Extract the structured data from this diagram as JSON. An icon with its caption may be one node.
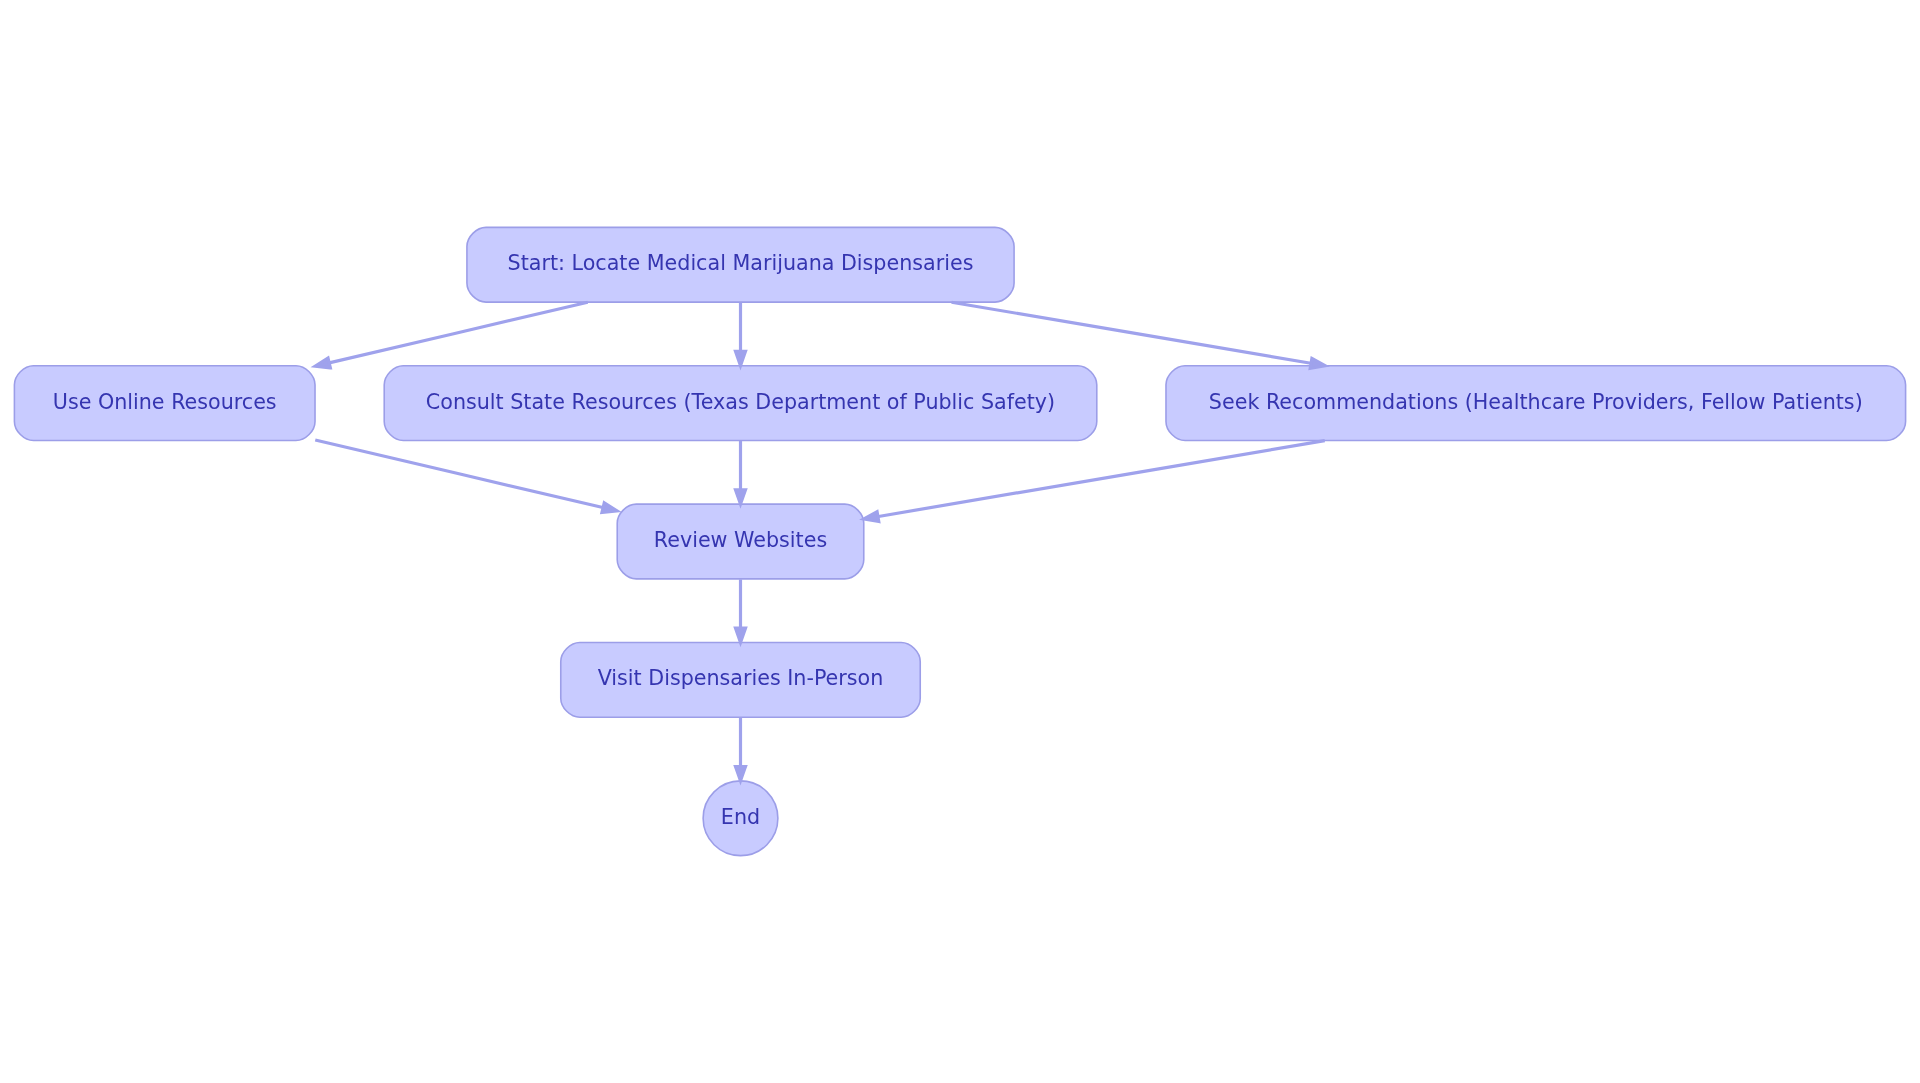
{
  "diagram": {
    "nodes": [
      {
        "text": [
          "Start: Locate Medical Marijuana Dispensaries"
        ]
      },
      {
        "text": [
          "Use Online Resources"
        ]
      },
      {
        "text": [
          "Consult State Resources (Texas Department of Public Safety)"
        ]
      },
      {
        "text": [
          "Seek Recommendations (Healthcare Providers, Fellow Patients)"
        ]
      },
      {
        "text": [
          "Review Websites"
        ]
      },
      {
        "text": [
          "Visit Dispensaries In-Person"
        ]
      },
      {
        "text": [
          "End"
        ]
      }
    ],
    "edges": [
      {
        "from": 0,
        "to": 1,
        "arrow": "to"
      },
      {
        "from": 0,
        "to": 2,
        "arrow": "to"
      },
      {
        "from": 0,
        "to": 3,
        "arrow": "to"
      },
      {
        "from": 1,
        "to": 4,
        "arrow": "to"
      },
      {
        "from": 2,
        "to": 4,
        "arrow": "to"
      },
      {
        "from": 3,
        "to": 4,
        "arrow": "to"
      },
      {
        "from": 4,
        "to": 5,
        "arrow": "to"
      },
      {
        "from": 5,
        "to": 6,
        "arrow": "to"
      }
    ]
  }
}
